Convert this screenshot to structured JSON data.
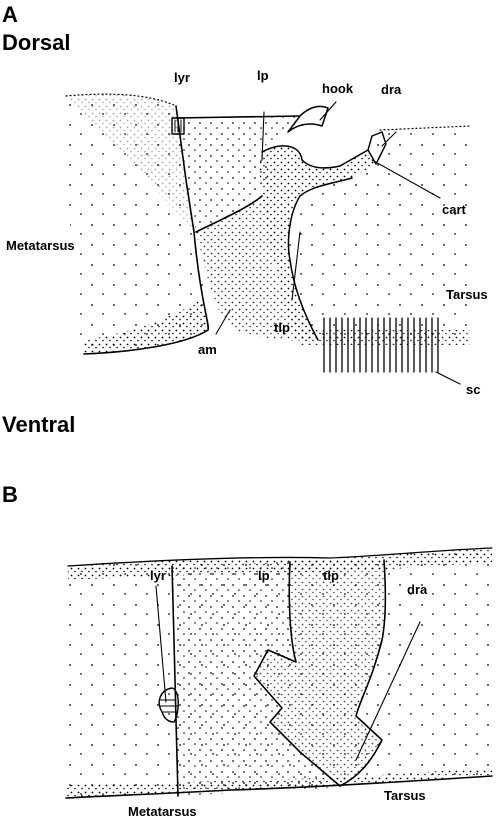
{
  "panel_a": {
    "letter": "A",
    "top_label": "Dorsal",
    "bottom_label": "Ventral",
    "labels": {
      "lyr": "lyr",
      "lp": "lp",
      "hook": "hook",
      "dra": "dra",
      "cart": "cart",
      "metatarsus": "Metatarsus",
      "tarsus": "Tarsus",
      "am": "am",
      "tlp": "tlp",
      "sc": "sc"
    }
  },
  "panel_b": {
    "letter": "B",
    "labels": {
      "lyr": "lyr",
      "lp": "lp",
      "tlp": "tlp",
      "dra": "dra",
      "metatarsus": "Metatarsus",
      "tarsus": "Tarsus"
    }
  },
  "colors": {
    "ink": "#000000",
    "background": "#ffffff"
  }
}
